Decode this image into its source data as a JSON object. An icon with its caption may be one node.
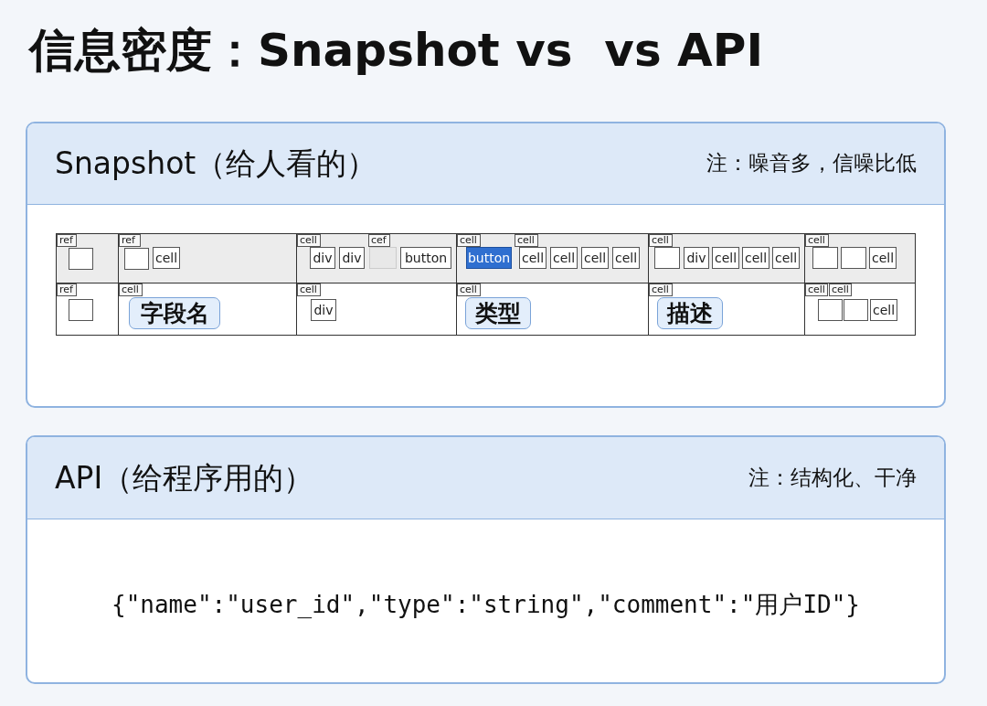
{
  "diagram": {
    "title": "信息密度：Snapshot vs  vs API",
    "nodes": [
      {
        "text": [
          "Snapshot（给人看的）",
          "注：噪音多，信噪比低"
        ]
      },
      {
        "text": [],
        "shape": "box",
        "in": 0
      },
      {
        "text": [
          "ref"
        ],
        "in": 1
      },
      {
        "text": [],
        "shape": "box",
        "in": 1
      },
      {
        "text": [],
        "shape": "box",
        "in": 0
      },
      {
        "text": [
          "ref"
        ],
        "in": 4
      },
      {
        "text": [],
        "shape": "box",
        "in": 4
      },
      {
        "text": [
          "cell"
        ],
        "in": 4
      },
      {
        "text": [],
        "shape": "box",
        "in": 0
      },
      {
        "text": [
          "cell"
        ],
        "in": 8
      },
      {
        "text": [
          "div"
        ],
        "in": 8
      },
      {
        "text": [
          "div"
        ],
        "in": 8
      },
      {
        "text": [
          "cef"
        ],
        "in": 8
      },
      {
        "text": [],
        "shape": "box",
        "in": 8
      },
      {
        "text": [
          "button"
        ],
        "in": 8
      },
      {
        "text": [],
        "shape": "box",
        "in": 0
      },
      {
        "text": [
          "cell"
        ],
        "in": 15
      },
      {
        "text": [
          "button"
        ],
        "in": 15
      },
      {
        "text": [
          "cell"
        ],
        "in": 15
      },
      {
        "text": [
          "cell"
        ],
        "in": 15
      },
      {
        "text": [
          "cell"
        ],
        "in": 15
      },
      {
        "text": [
          "cell"
        ],
        "in": 15
      },
      {
        "text": [
          "cell"
        ],
        "in": 15
      },
      {
        "text": [],
        "shape": "box",
        "in": 0
      },
      {
        "text": [
          "cell"
        ],
        "in": 23
      },
      {
        "text": [],
        "shape": "box",
        "in": 23
      },
      {
        "text": [
          "div"
        ],
        "in": 23
      },
      {
        "text": [
          "cell"
        ],
        "in": 23
      },
      {
        "text": [
          "cell"
        ],
        "in": 23
      },
      {
        "text": [
          "cell"
        ],
        "in": 23
      },
      {
        "text": [],
        "shape": "box",
        "in": 0
      },
      {
        "text": [
          "cell"
        ],
        "in": 30
      },
      {
        "text": [],
        "shape": "box",
        "in": 30
      },
      {
        "text": [],
        "shape": "box",
        "in": 30
      },
      {
        "text": [
          "cell"
        ],
        "in": 30
      },
      {
        "text": [],
        "shape": "box",
        "in": 0
      },
      {
        "text": [
          "ref"
        ],
        "in": 35
      },
      {
        "text": [],
        "shape": "box",
        "in": 35
      },
      {
        "text": [],
        "shape": "box",
        "in": 0
      },
      {
        "text": [
          "cell"
        ],
        "in": 38
      },
      {
        "text": [
          "字段名"
        ],
        "in": 38
      },
      {
        "text": [],
        "shape": "box",
        "in": 0
      },
      {
        "text": [
          "cell"
        ],
        "in": 41
      },
      {
        "text": [
          "div"
        ],
        "in": 41
      },
      {
        "text": [],
        "shape": "box",
        "in": 0
      },
      {
        "text": [
          "cell"
        ],
        "in": 44
      },
      {
        "text": [
          "类型"
        ],
        "in": 44
      },
      {
        "text": [],
        "shape": "box",
        "in": 0
      },
      {
        "text": [
          "cell"
        ],
        "in": 47
      },
      {
        "text": [
          "描述"
        ],
        "in": 47
      },
      {
        "text": [],
        "shape": "box",
        "in": 0
      },
      {
        "text": [
          "cell"
        ],
        "in": 50
      },
      {
        "text": [
          "cell"
        ],
        "in": 50
      },
      {
        "text": [],
        "shape": "box",
        "in": 50
      },
      {
        "text": [],
        "shape": "box",
        "in": 50
      },
      {
        "text": [
          "cell"
        ],
        "in": 50
      },
      {
        "text": [
          "API（给程序用的）",
          "注：结构化、干净",
          "{\"name\":\"user_id\",\"type\":\"string\",\"comment\":\"用户ID\"}"
        ]
      }
    ]
  }
}
